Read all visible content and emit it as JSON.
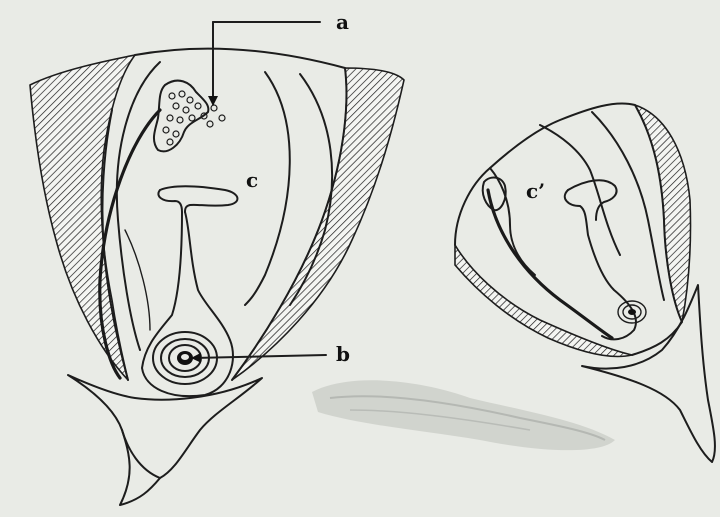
{
  "labels": {
    "a": "a",
    "b": "b",
    "c": "c",
    "c_prime": "c’"
  },
  "colors": {
    "paper": "#e9ebe6",
    "ink": "#1d1d1d",
    "smudge": "#b9bcb8"
  }
}
